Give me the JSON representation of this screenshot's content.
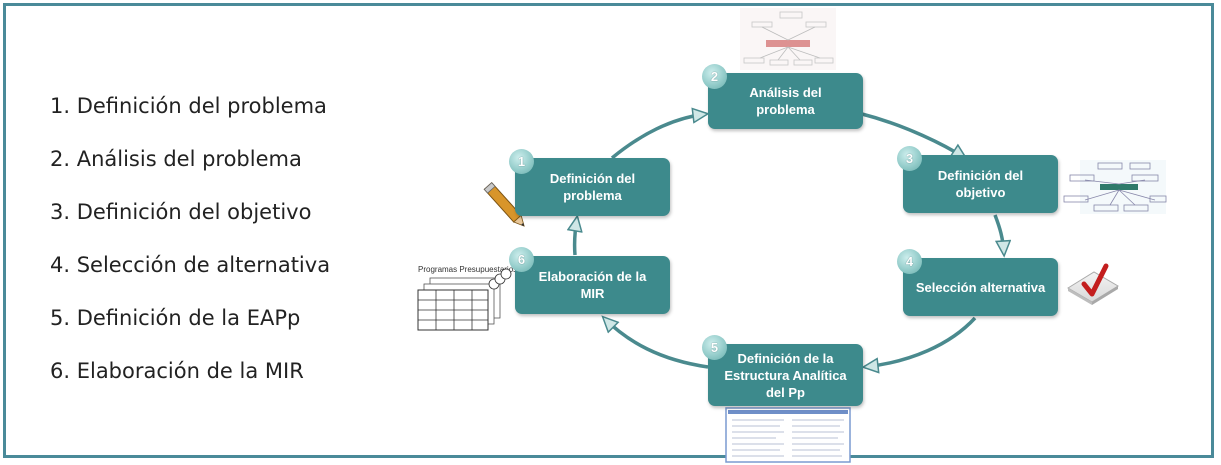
{
  "list": [
    {
      "text": "1. Definición del problema"
    },
    {
      "text": "2. Análisis del problema"
    },
    {
      "text": "3. Definición del objetivo"
    },
    {
      "text": "4. Selección de alternativa"
    },
    {
      "text": "5. Definición de la EAPp"
    },
    {
      "text": "6. Elaboración de la MIR"
    }
  ],
  "nodes": [
    {
      "num": "1",
      "label": "Definición del problema"
    },
    {
      "num": "2",
      "label": "Análisis del problema"
    },
    {
      "num": "3",
      "label": "Definición del objetivo"
    },
    {
      "num": "4",
      "label": "Selección alternativa"
    },
    {
      "num": "5",
      "label": "Definición de la Estructura Analítica del Pp"
    },
    {
      "num": "6",
      "label": "Elaboración de la MIR"
    }
  ],
  "annotations": {
    "programas_label": "Programas Presupuestarios"
  },
  "colors": {
    "node_fill": "#3d8a8c",
    "arrow": "#4a8a8e",
    "frame": "#4a8a99"
  }
}
